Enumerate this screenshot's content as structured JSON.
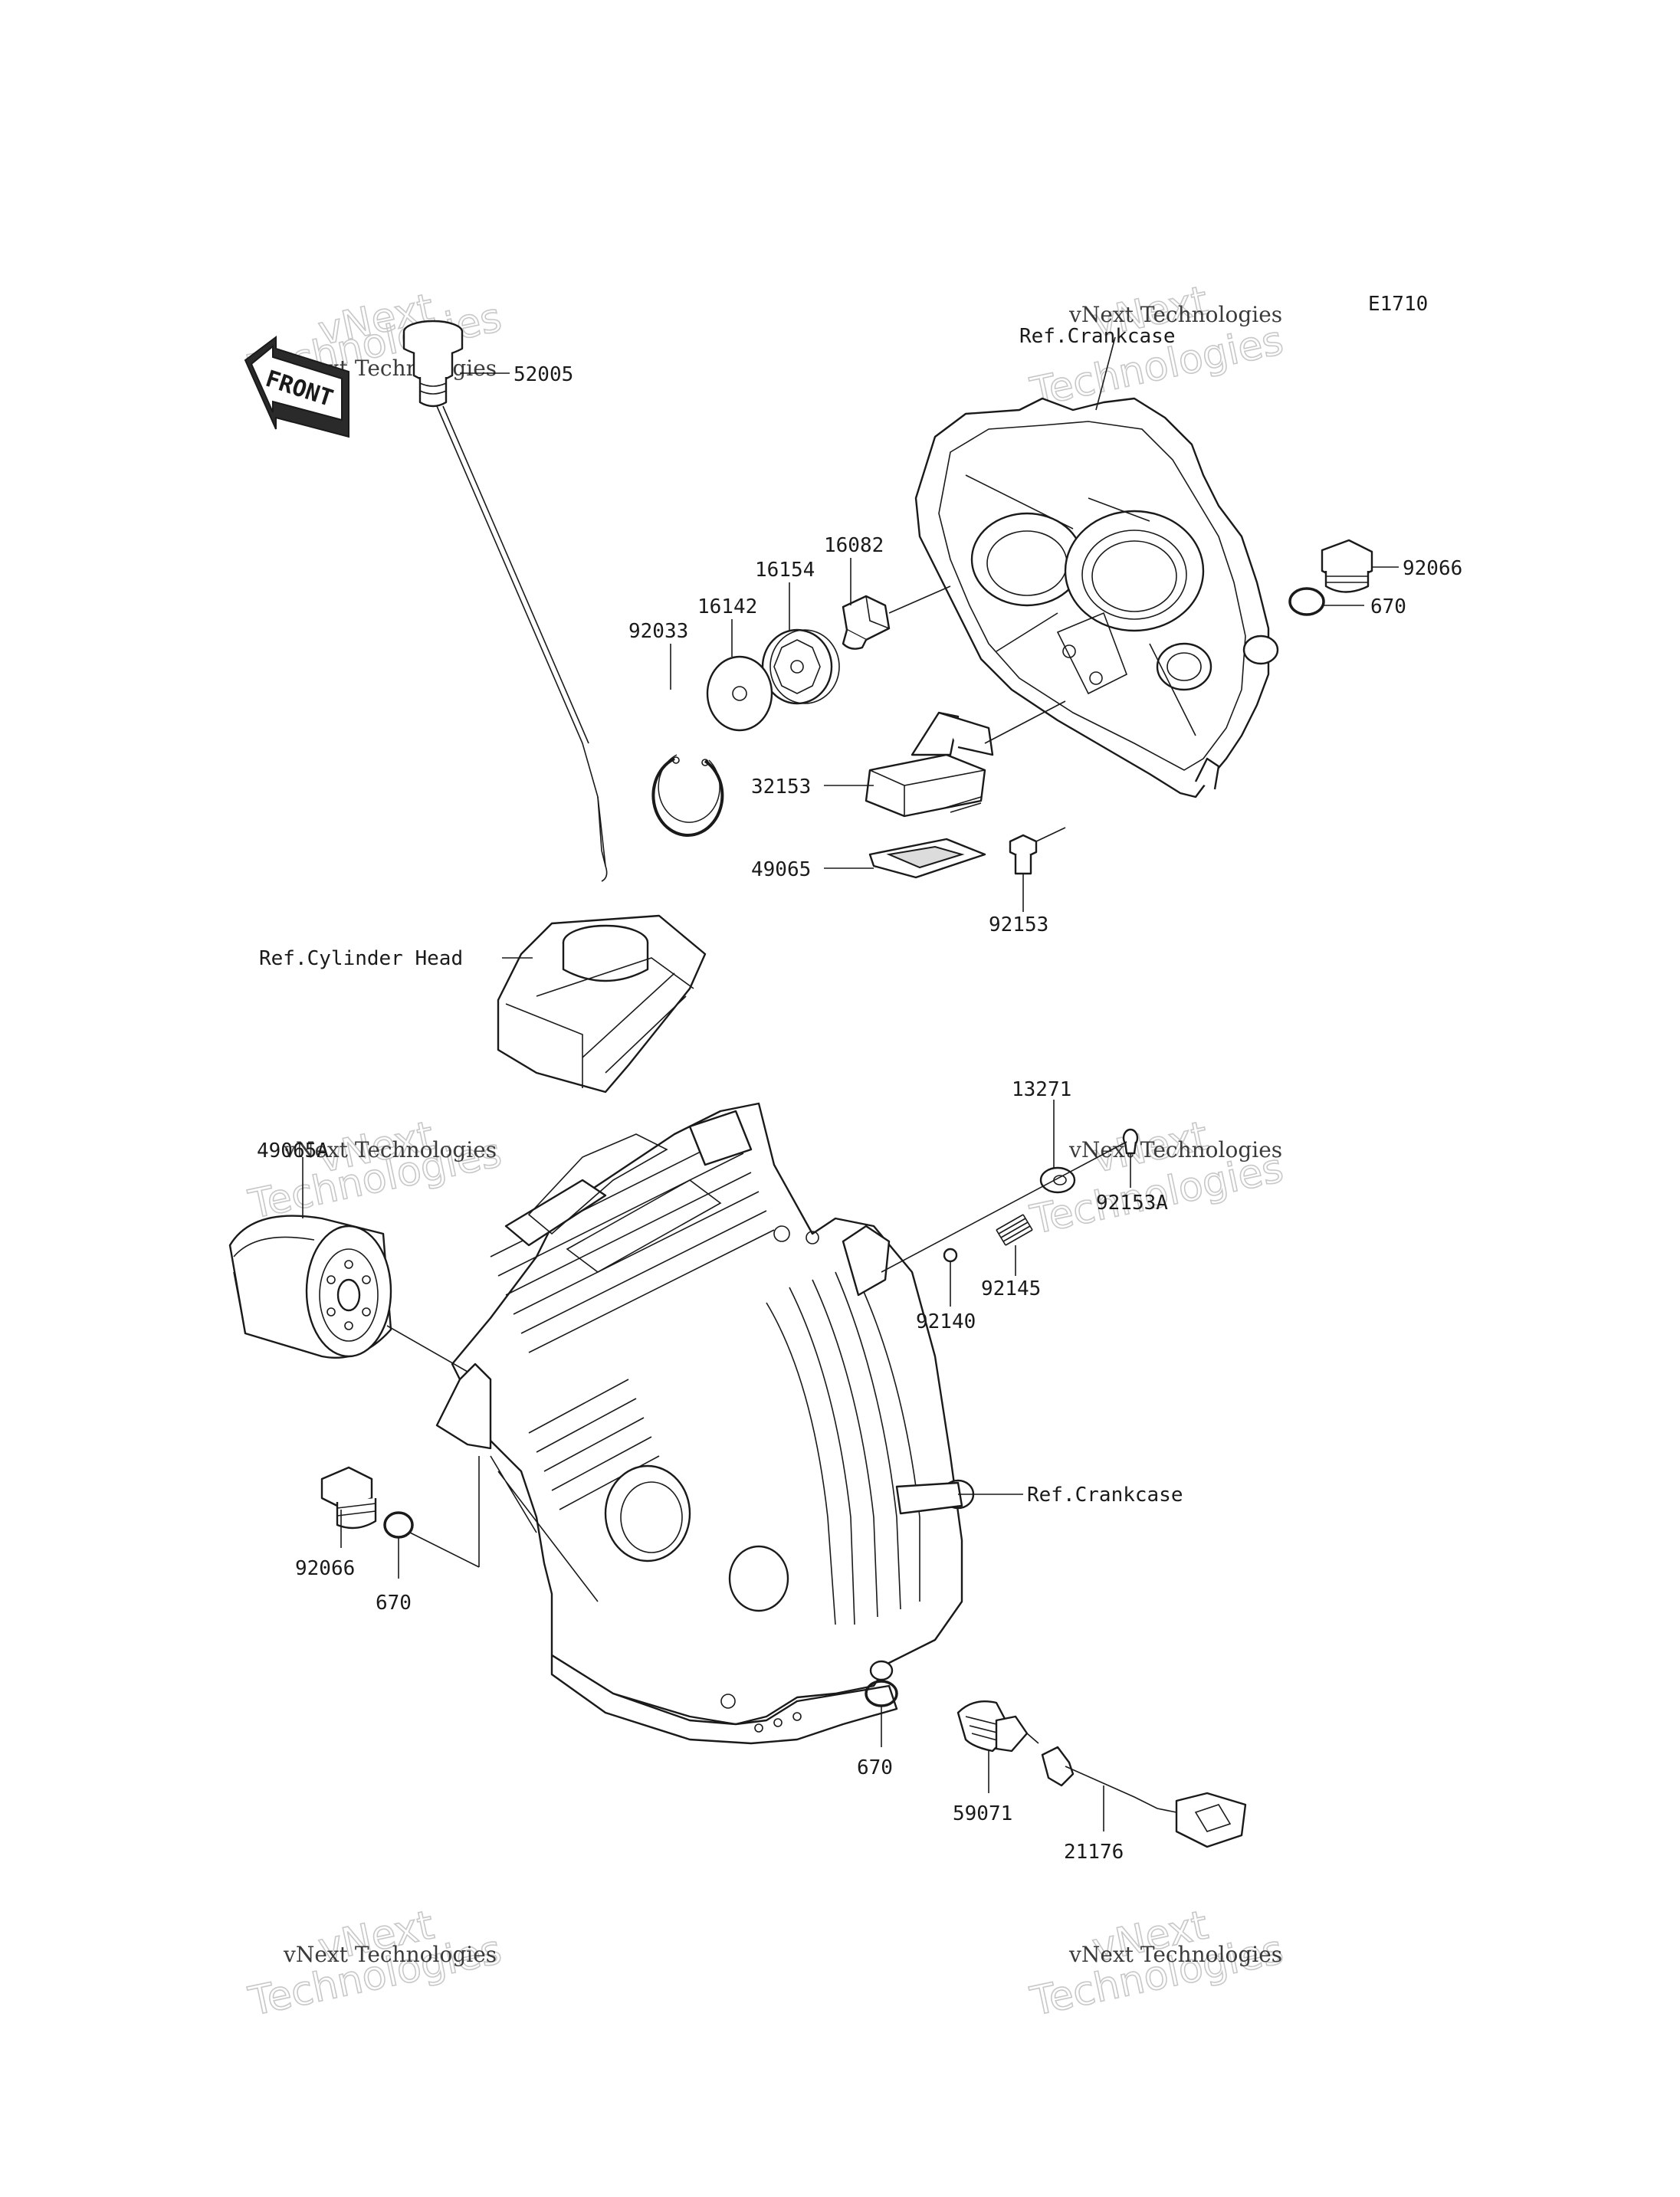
{
  "diagram_code": "E1710",
  "front_label": "FRONT",
  "watermark": {
    "line1": "vNext",
    "line2": "vNext Technologies",
    "line3": "Technologies"
  },
  "labels": {
    "p52005": "52005",
    "ref_crankcase_top": "Ref.Crankcase",
    "p92066_top": "92066",
    "p670_top": "670",
    "p16082": "16082",
    "p16154": "16154",
    "p16142": "16142",
    "p92033": "92033",
    "p32153": "32153",
    "p49065": "49065",
    "p92153": "92153",
    "ref_cylinder_head": "Ref.Cylinder Head",
    "p13271": "13271",
    "p92153A": "92153A",
    "p92145": "92145",
    "p92140": "92140",
    "p49065_filter": "49065A",
    "ref_crankcase_bottom": "Ref.Crankcase",
    "p92066_bottom": "92066",
    "p670_left": "670",
    "p670_bottom": "670",
    "p59071": "59071",
    "p21176": "21176"
  }
}
